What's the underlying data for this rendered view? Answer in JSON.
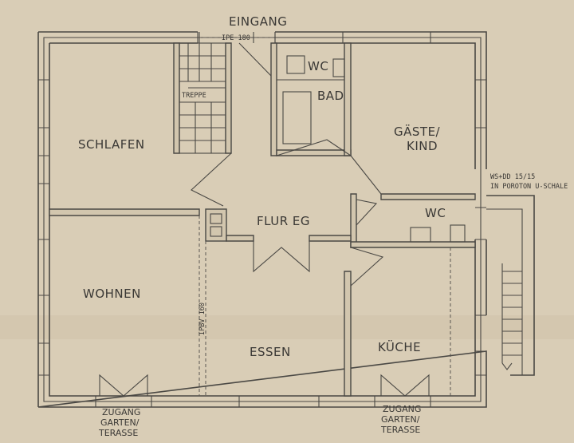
{
  "labels": {
    "entrance": "EINGANG",
    "beam_top": "IPE 180",
    "stairs": "TREPPE",
    "wc_top": "WC",
    "bath": "BAD",
    "bedroom": "SCHLAFEN",
    "guest_line1": "GÄSTE/",
    "guest_line2": "KIND",
    "wall_note_line1": "WS+DD 15/15",
    "wall_note_line2": "IN POROTON U-SCHALE",
    "wc_mid": "WC",
    "hallway": "FLUR EG",
    "living": "WOHNEN",
    "beam_side": "IPBV 160",
    "dining": "ESSEN",
    "kitchen": "KÜCHE",
    "access_left_1": "ZUGANG",
    "access_left_2": "GARTEN/",
    "access_left_3": "TERASSE",
    "access_right_1": "ZUGANG",
    "access_right_2": "GARTEN/",
    "access_right_3": "TERASSE"
  },
  "colors": {
    "paper": "#d9cdb6",
    "ink": "#4a4844"
  }
}
